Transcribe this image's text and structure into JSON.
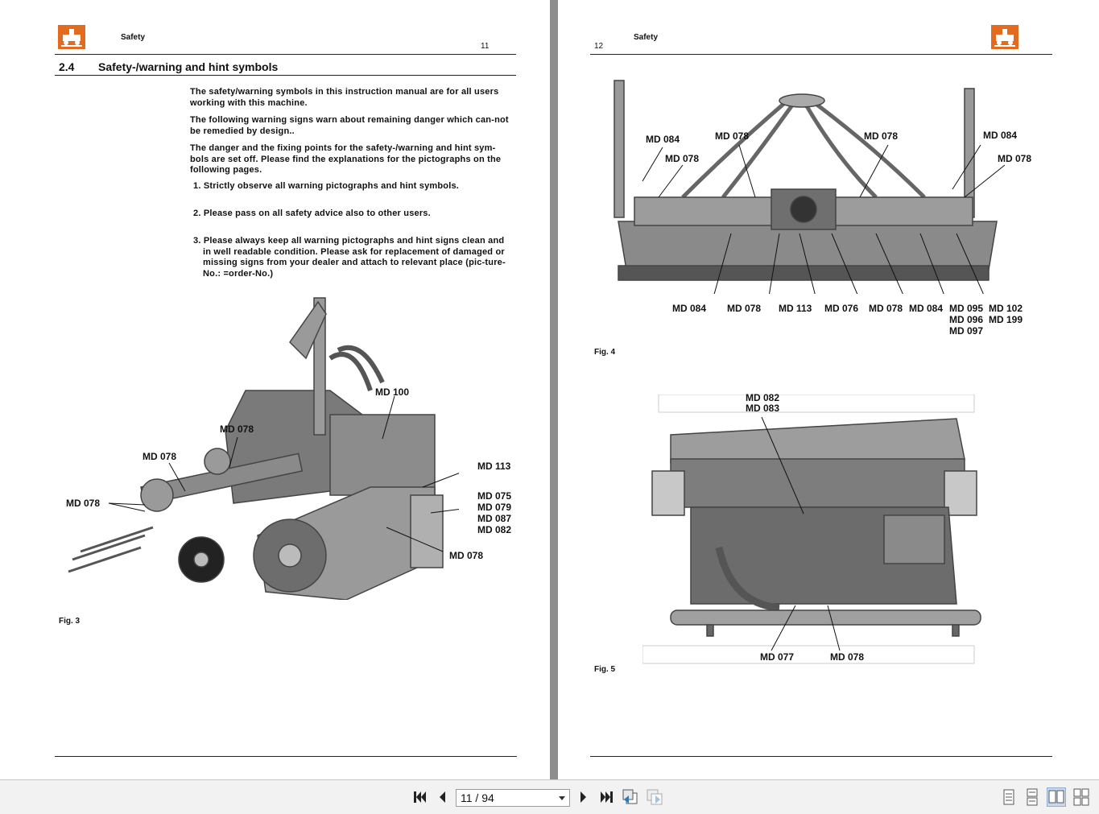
{
  "left_page": {
    "header": "Safety",
    "page_number": "11",
    "section_number": "2.4",
    "section_title": "Safety-/warning and hint symbols",
    "paragraphs": [
      "The safety/warning symbols in this instruction manual are for all users working with this machine.",
      "The following warning signs warn about remaining danger which can-not be remedied by design..",
      "The danger and the fixing points for the safety-/warning and hint sym-bols are set off. Please find the explanations for the pictographs on the following pages."
    ],
    "list": [
      "1. Strictly observe all warning pictographs and hint symbols.",
      "2. Please pass on all safety advice also to other users.",
      "3. Please always keep all warning pictographs and hint signs clean and in well readable condition. Please ask for replacement of damaged or missing signs from your dealer and attach to relevant place (pic-ture-No.: =order-No.)"
    ],
    "figure_caption": "Fig. 3",
    "callouts": {
      "md100": "MD 100",
      "md078_a": "MD 078",
      "md078_b": "MD 078",
      "md078_c": "MD 078",
      "md113": "MD 113",
      "md075": "MD 075",
      "md079": "MD 079",
      "md087": "MD 087",
      "md082": "MD 082",
      "md078_d": "MD 078"
    }
  },
  "right_page": {
    "header": "Safety",
    "page_number": "12",
    "fig4_caption": "Fig. 4",
    "fig5_caption": "Fig. 5",
    "fig4_callouts": {
      "t1": "MD 084",
      "t2": "MD 078",
      "t3": "MD 078",
      "t4": "MD 078",
      "t5": "MD 084",
      "t6": "MD 078",
      "b1": "MD 084",
      "b2": "MD 078",
      "b3": "MD 113",
      "b4": "MD 076",
      "b5": "MD 078",
      "b6": "MD 084",
      "b7a": "MD 095",
      "b7b": "MD 102",
      "b8a": "MD 096",
      "b8b": "MD 199",
      "b9": "MD 097"
    },
    "fig5_callouts": {
      "top1": "MD 082",
      "top2": "MD 083",
      "bot1": "MD 077",
      "bot2": "MD 078"
    }
  },
  "toolbar": {
    "page_indicator": "11 / 94",
    "first_icon": "first-page-icon",
    "prev_icon": "previous-page-icon",
    "next_icon": "next-page-icon",
    "last_icon": "last-page-icon",
    "back_view_icon": "previous-view-icon",
    "forward_view_icon": "next-view-icon",
    "single_page_icon": "single-page-icon",
    "continuous_icon": "continuous-page-icon",
    "two_page_icon": "two-page-icon",
    "two_page_continuous_icon": "two-page-continuous-icon"
  },
  "colors": {
    "logo_orange": "#e26b1f",
    "viewer_background": "#a9a9a9",
    "toolbar_background": "#f2f2f2"
  }
}
